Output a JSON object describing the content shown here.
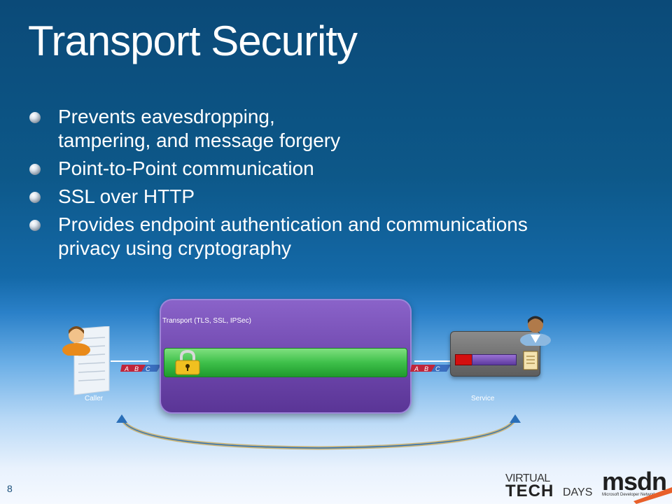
{
  "slide": {
    "title": "Transport Security",
    "page_number": "8"
  },
  "bullets": [
    {
      "lines": [
        "Prevents eavesdropping,",
        "tampering, and message forgery"
      ]
    },
    {
      "lines": [
        "Point-to-Point communication"
      ]
    },
    {
      "lines": [
        "SSL over HTTP"
      ]
    },
    {
      "lines": [
        "Provides endpoint authentication and communications",
        "privacy using cryptography"
      ]
    }
  ],
  "diagram": {
    "transport_label": "Transport (TLS, SSL, IPSec)",
    "caller_label": "Caller",
    "service_label": "Service",
    "tag_letters": [
      "A",
      "B",
      "C"
    ]
  },
  "branding": {
    "virtual": "VIRTUAL",
    "tech": "TECH",
    "days": "DAYS",
    "msdn": "msdn",
    "msdn_sub": "Microsoft Developer Network"
  },
  "colors": {
    "transport_box": "#6f47ad",
    "secure_channel": "#3ec04a",
    "service_red": "#d40f0f"
  }
}
